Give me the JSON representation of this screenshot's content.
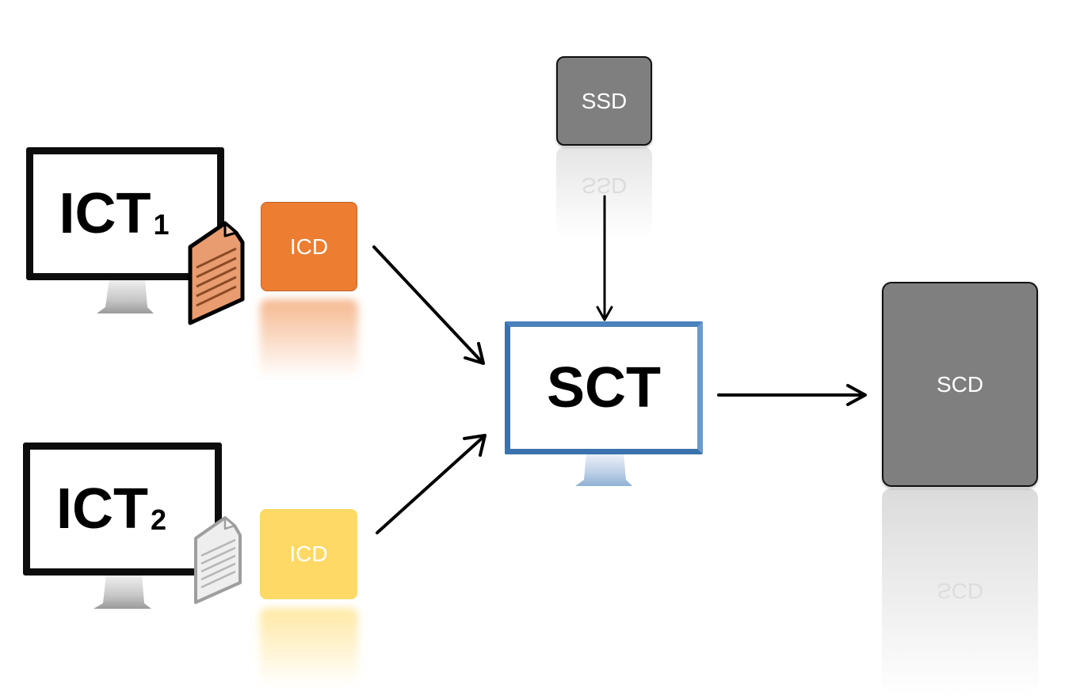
{
  "nodes": {
    "ict1": {
      "label": "ICT",
      "subscript": "1"
    },
    "ict2": {
      "label": "ICT",
      "subscript": "2"
    },
    "sct": {
      "label": "SCT"
    },
    "icd1": {
      "label": "ICD",
      "color": "#ed7d31"
    },
    "icd2": {
      "label": "ICD",
      "color": "#ffd966"
    },
    "ssd": {
      "label": "SSD",
      "color": "#7f7f7f"
    },
    "scd": {
      "label": "SCD",
      "color": "#7f7f7f"
    }
  },
  "document_icons": {
    "doc1": {
      "icon": "document-icon",
      "color": "#e89c70"
    },
    "doc2": {
      "icon": "document-icon",
      "color": "#eeeeee"
    }
  },
  "edges": [
    {
      "from": "icd1",
      "to": "sct"
    },
    {
      "from": "icd2",
      "to": "sct"
    },
    {
      "from": "ssd",
      "to": "sct"
    },
    {
      "from": "sct",
      "to": "scd"
    }
  ]
}
